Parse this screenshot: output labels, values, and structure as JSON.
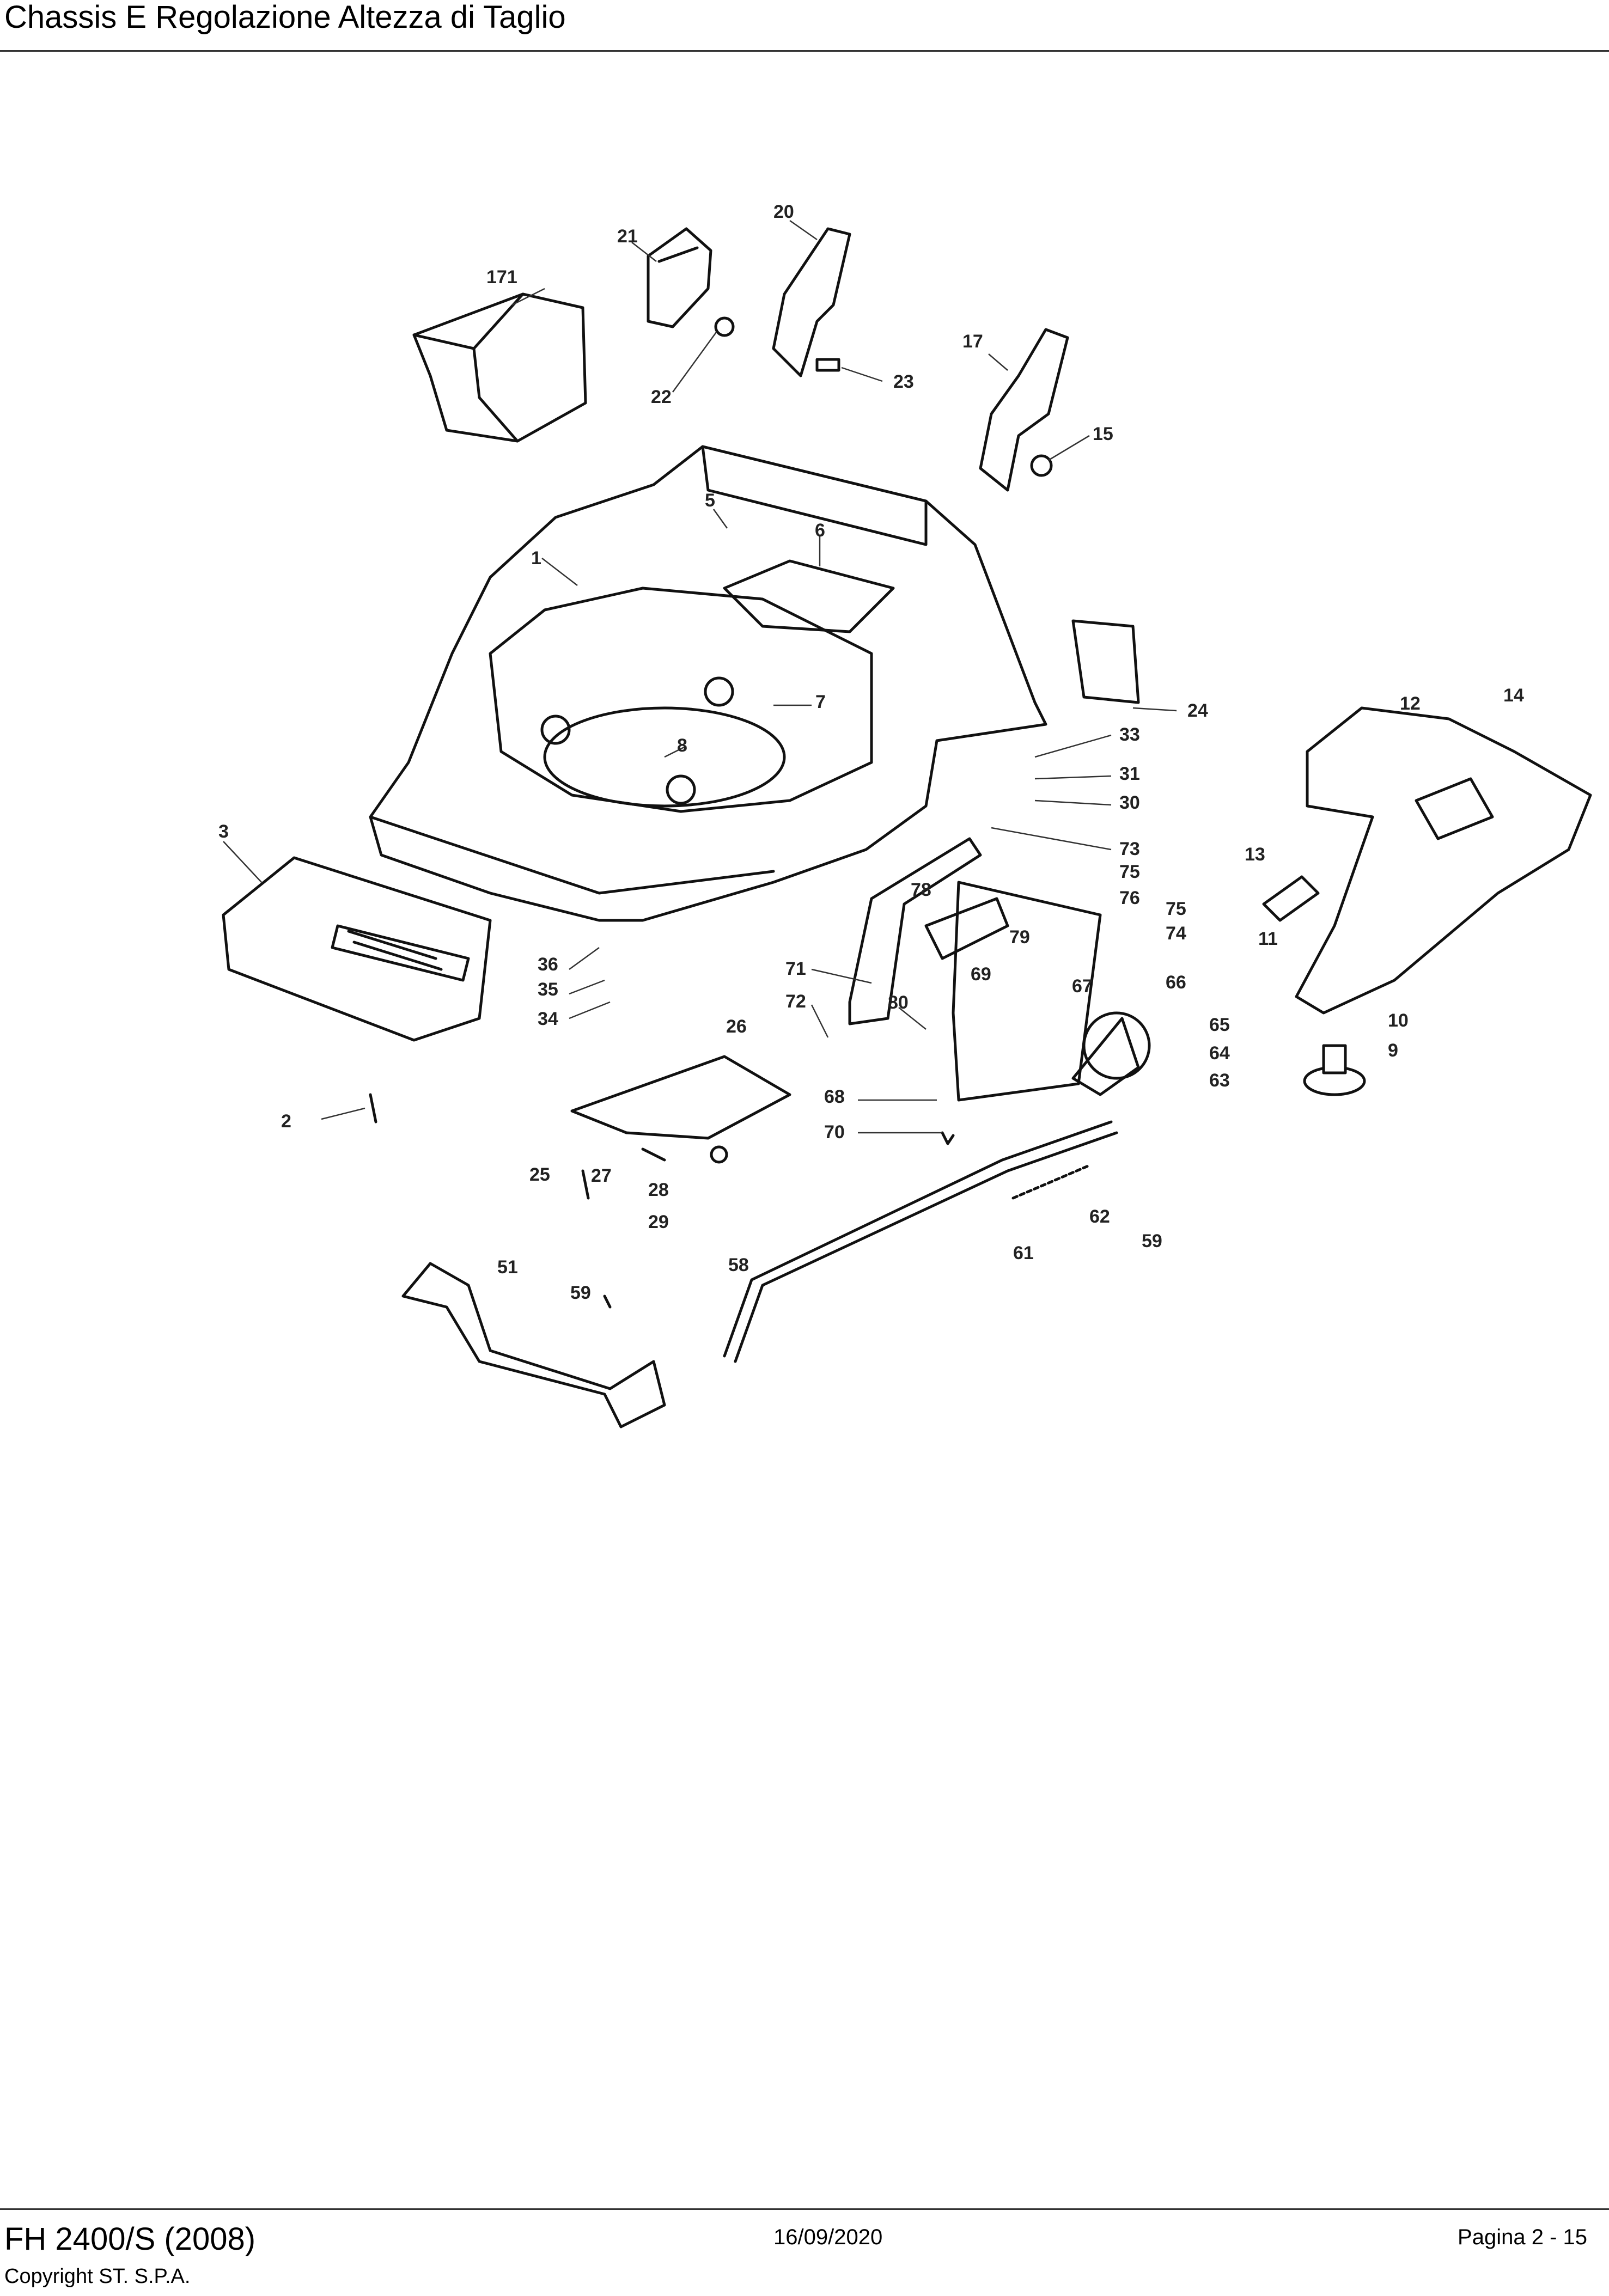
{
  "header": {
    "title": "Chassis E Regolazione Altezza di Taglio"
  },
  "footer": {
    "model": "FH 2400/S (2008)",
    "copyright": "Copyright ST. S.P.A.",
    "date": "16/09/2020",
    "page": "Pagina 2 - 15"
  },
  "diagram": {
    "callouts": [
      "171",
      "21",
      "20",
      "22",
      "23",
      "17",
      "15",
      "5",
      "6",
      "1",
      "7",
      "8",
      "24",
      "33",
      "31",
      "30",
      "12",
      "14",
      "3",
      "73",
      "75",
      "78",
      "76",
      "75",
      "74",
      "79",
      "69",
      "67",
      "66",
      "71",
      "72",
      "80",
      "36",
      "35",
      "34",
      "26",
      "65",
      "64",
      "63",
      "68",
      "70",
      "2",
      "25",
      "27",
      "28",
      "29",
      "62",
      "61",
      "59",
      "58",
      "51",
      "59",
      "13",
      "11",
      "10",
      "9"
    ]
  }
}
